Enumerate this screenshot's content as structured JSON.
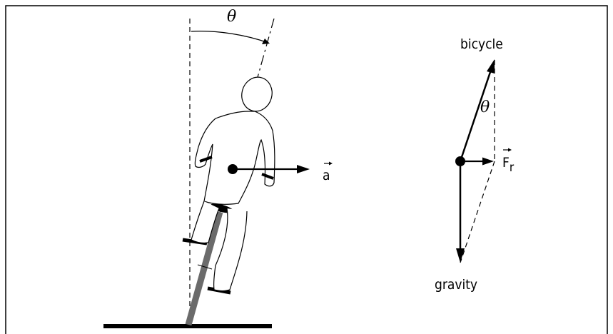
{
  "figure": {
    "angle_symbol": "θ",
    "acceleration_label": "a",
    "force_diagram": {
      "bicycle_label": "bicycle",
      "angle_symbol": "θ",
      "friction_label": "F",
      "friction_subscript": "r",
      "gravity_label": "gravity"
    }
  }
}
